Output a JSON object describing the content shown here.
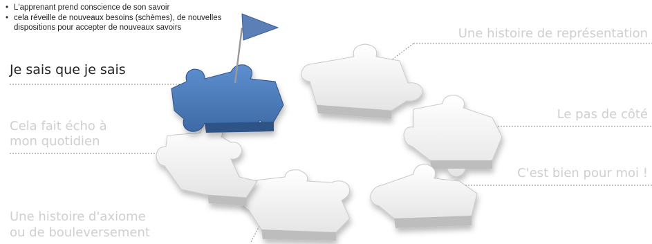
{
  "bullets": [
    "L'apprenant prend conscience de son savoir",
    "cela réveille de nouveaux besoins (schèmes), de nouvelles dispositions pour accepter de nouveaux savoirs"
  ],
  "labels": {
    "active": "Je sais que je sais",
    "left_top_1": "Cela fait écho à",
    "left_top_2": "mon quotidien",
    "left_bottom_1": "Une histoire d'axiome",
    "left_bottom_2": "ou de bouleversement",
    "right_1": "Une histoire de représentation",
    "right_2": "Le pas de côté",
    "right_3": "C'est bien pour moi !"
  },
  "colors": {
    "active_piece": "#4e7fbd",
    "inactive_piece": "#f1f1f1",
    "flag": "#5b7fb6",
    "muted_text": "#cfcfcf"
  }
}
